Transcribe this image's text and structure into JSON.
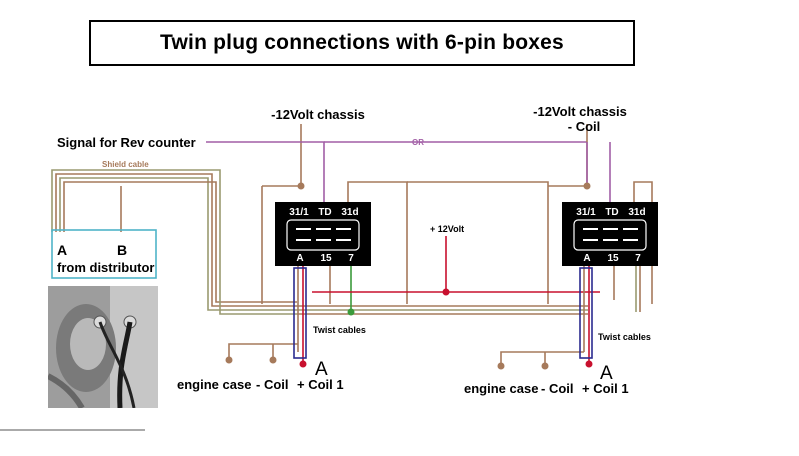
{
  "title": "Twin plug connections with 6-pin boxes",
  "labels": {
    "chassis_left": "-12Volt chassis",
    "chassis_right_1": "-12Volt chassis",
    "chassis_right_2": "- Coil",
    "signal": "Signal for Rev counter",
    "or": "OR",
    "shield": "Shield cable",
    "plus12": "+ 12Volt",
    "twist_left": "Twist cables",
    "twist_right": "Twist cables",
    "dist_a": "A",
    "dist_b": "B",
    "dist_from": "from distributor",
    "left_bottom": {
      "engine_case": "engine case",
      "minus_coil": "- Coil",
      "plus_coil1": "+ Coil 1",
      "marker": "A"
    },
    "right_bottom": {
      "engine_case": "engine case",
      "minus_coil": "- Coil",
      "plus_coil1": "+ Coil 1",
      "marker": "A"
    }
  },
  "module": {
    "top_pins": [
      "31/1",
      "TD",
      "31d"
    ],
    "bottom_pins": [
      "A",
      "15",
      "7"
    ]
  },
  "colors": {
    "brown": "#a67a5b",
    "purple": "#a25fa6",
    "red": "#c8102e",
    "green": "#3a9a3a",
    "olive": "#9a9a70",
    "cyan": "#4fb4c8",
    "navy": "#2b2b8f"
  }
}
